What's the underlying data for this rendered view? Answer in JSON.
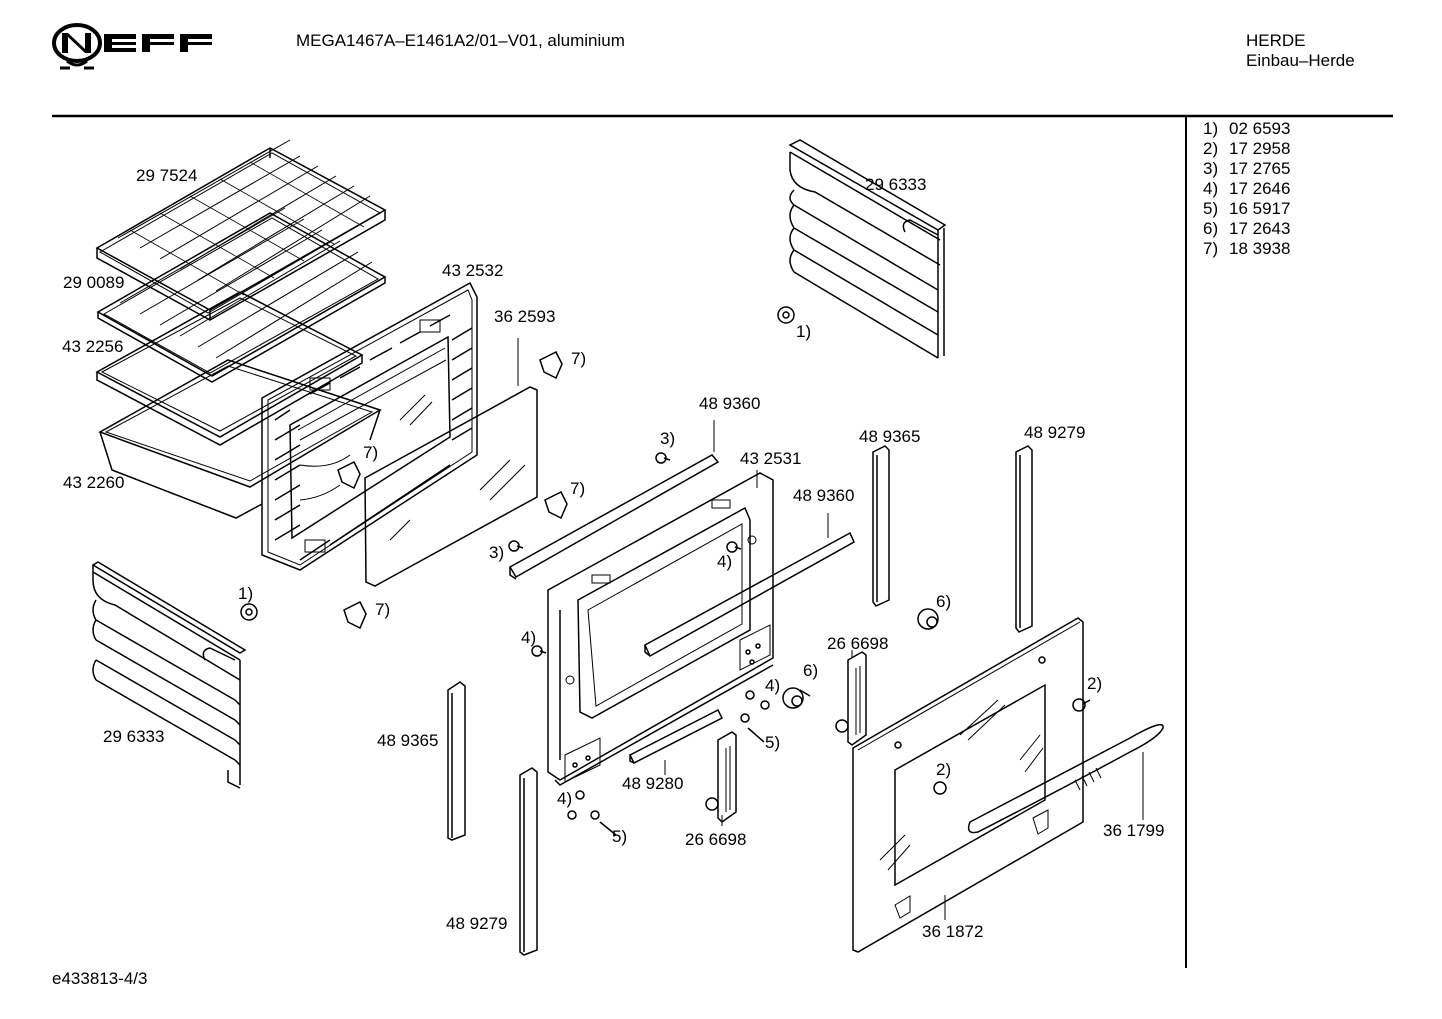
{
  "brand": "NEFF",
  "header": {
    "model": "MEGA1467A–E1461A2/01–V01, aluminium",
    "category": "HERDE",
    "subcategory": "Einbau–Herde"
  },
  "footer": {
    "doc_id": "e433813-4/3"
  },
  "legend": [
    {
      "key": "1)",
      "value": "02 6593"
    },
    {
      "key": "2)",
      "value": "17 2958"
    },
    {
      "key": "3)",
      "value": "17 2765"
    },
    {
      "key": "4)",
      "value": "17 2646"
    },
    {
      "key": "5)",
      "value": "16 5917"
    },
    {
      "key": "6)",
      "value": "17 2643"
    },
    {
      "key": "7)",
      "value": "18 3938"
    }
  ],
  "parts": {
    "rack_top": "29 7524",
    "grid_shelf": "29 0089",
    "baking_tray": "43 2256",
    "deep_tray": "43 2260",
    "side_rail_left": "29 6333",
    "side_rail_right": "29 6333",
    "inner_door_frame": "43 2532",
    "inner_glass": "36 2593",
    "middle_door_frame": "43 2531",
    "seal_strip_a": "48 9360",
    "seal_strip_b": "48 9360",
    "seal_strip_c": "48 9280",
    "side_strip_left_1": "48 9365",
    "side_strip_left_2": "48 9279",
    "side_strip_right_1": "48 9365",
    "side_strip_right_2": "48 9279",
    "hinge_left": "26 6698",
    "hinge_right": "26 6698",
    "handle": "36 1799",
    "outer_door": "36 1872"
  },
  "callouts": {
    "c1": "1)",
    "c2": "7)",
    "c3": "7)",
    "c4": "3)",
    "c5": "7)",
    "c6": "3)",
    "c7": "4)",
    "c8": "1)",
    "c9": "7)",
    "c10": "4)",
    "c11": "6)",
    "c12": "4)",
    "c13": "6)",
    "c14": "5)",
    "c15": "2)",
    "c16": "4)",
    "c17": "5)",
    "c18": "2)"
  }
}
